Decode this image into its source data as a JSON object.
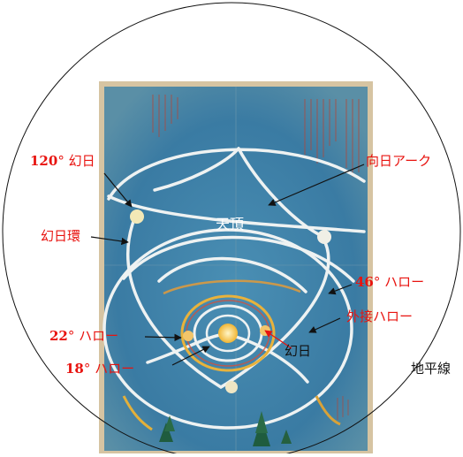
{
  "labels": {
    "parhelion_120": {
      "num": "120",
      "text": "° 幻日"
    },
    "parhelic_circle": "幻日環",
    "zenith": "天頂",
    "anthelic_arc": "向日アーク",
    "halo_46": {
      "num": "46",
      "text": "° ハロー"
    },
    "circumscribed_halo": "外接ハロー",
    "halo_22": {
      "num": "22",
      "text": "° ハロー"
    },
    "halo_18": {
      "num": "18",
      "text": "° ハロー"
    },
    "parhelion": "幻日",
    "horizon": "地平線"
  },
  "colors": {
    "label_red": "#e8130f",
    "sky": "#3f82a8",
    "paper": "#d8c7a4",
    "arc_white": "#eef2f2",
    "sun": "#f4c84a"
  }
}
